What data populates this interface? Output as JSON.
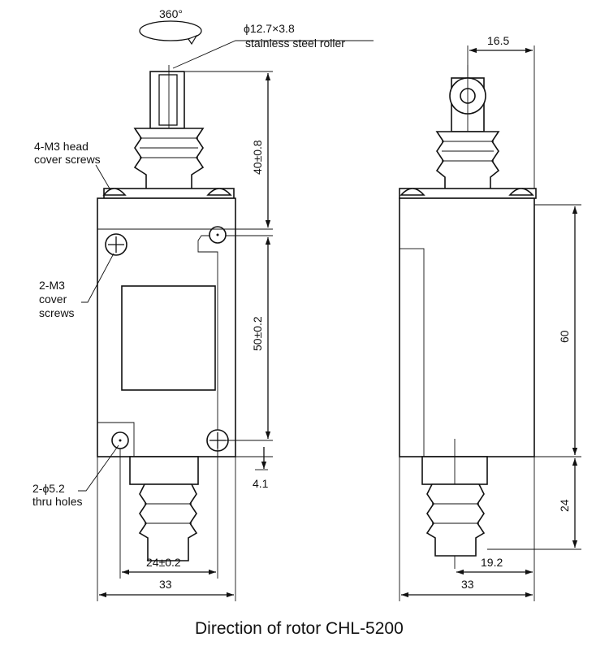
{
  "rotation_label": "360°",
  "roller_spec": "ϕ12.7×3.8",
  "roller_material": "stainless steel roller",
  "head_screws": [
    "4-M3 head",
    "cover screws"
  ],
  "cover_screws": [
    "2-M3",
    "cover",
    "screws"
  ],
  "thru_holes": [
    "2-ϕ5.2",
    "thru holes"
  ],
  "dims": {
    "actuator_height": "40±0.8",
    "hole_pitch_vertical": "50±0.2",
    "hole_offset": "4.1",
    "hole_pitch_horizontal": "24±0.2",
    "front_width": "33",
    "roller_offset": "16.5",
    "body_height": "60",
    "plunger_length": "24",
    "plunger_offset": "19.2",
    "side_width": "33"
  },
  "caption": "Direction of rotor CHL-5200"
}
